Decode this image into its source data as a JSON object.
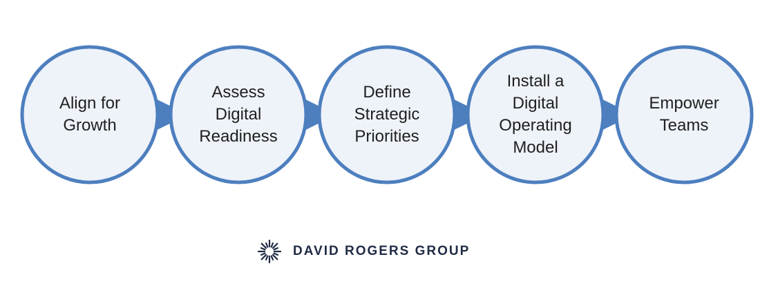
{
  "steps": [
    {
      "label": "Align for\nGrowth"
    },
    {
      "label": "Assess\nDigital\nReadiness"
    },
    {
      "label": "Define\nStrategic\nPriorities"
    },
    {
      "label": "Install a\nDigital\nOperating\nModel"
    },
    {
      "label": "Empower\nTeams"
    }
  ],
  "footer": {
    "company": "DAVID ROGERS GROUP",
    "logo_icon": "sunburst-logo-icon"
  },
  "colors": {
    "circle_fill": "#eef2f9",
    "circle_stroke": "#4d7fbf",
    "arrow": "#4d7fbf",
    "text": "#1f1f1f",
    "brand": "#1f2a44"
  }
}
